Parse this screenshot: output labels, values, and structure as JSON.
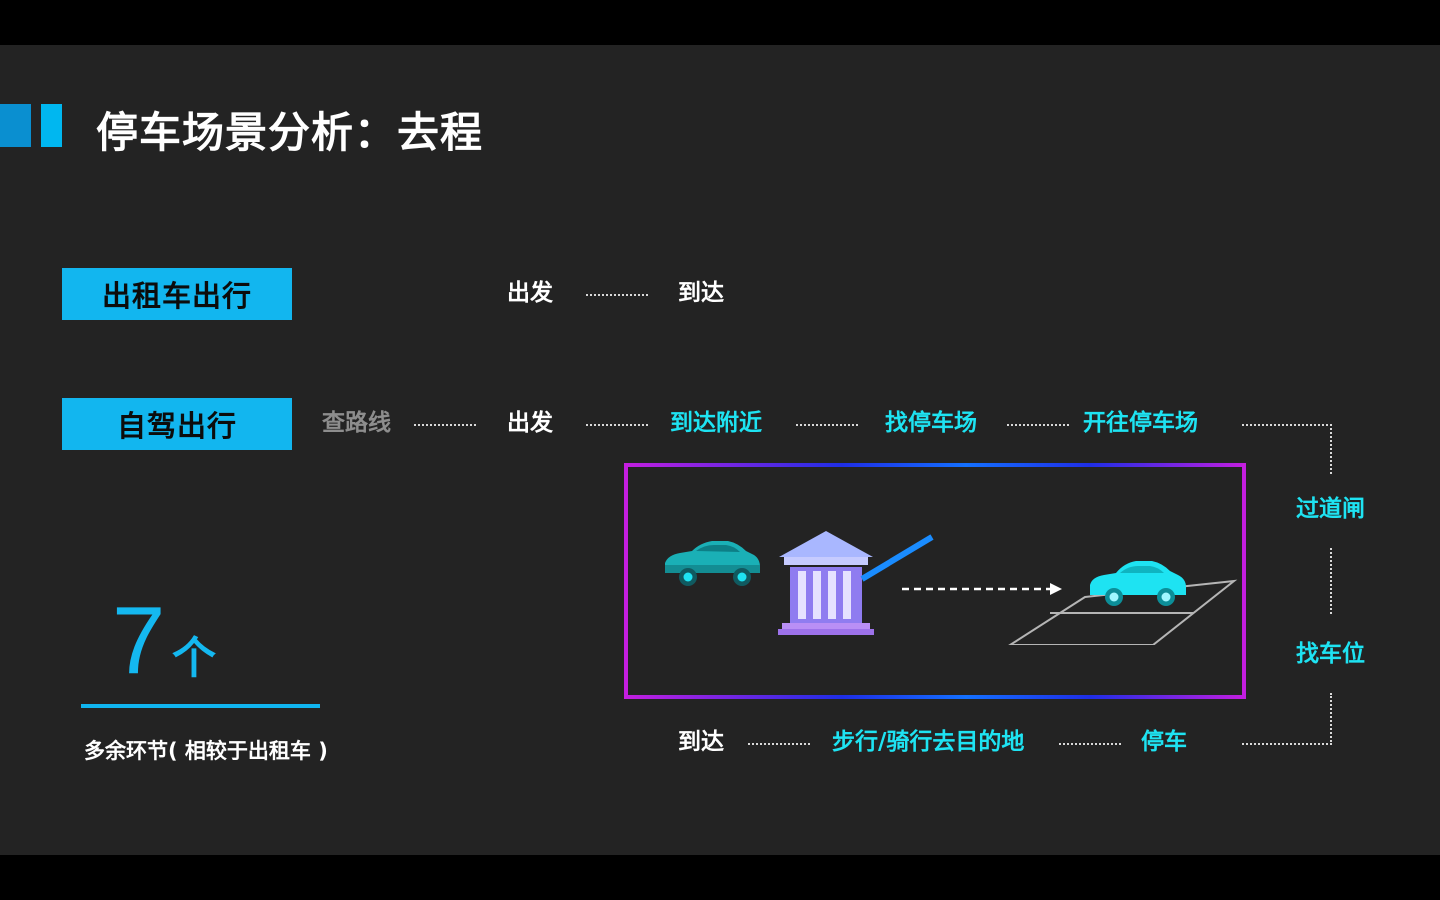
{
  "title": "停车场景分析：去程",
  "rows": {
    "taxi": {
      "label": "出租车出行",
      "steps": [
        "出发",
        "到达"
      ]
    },
    "self_drive": {
      "label": "自驾出行",
      "steps": [
        "查路线",
        "出发",
        "到达附近",
        "找停车场",
        "开往停车场"
      ],
      "right_steps": [
        "过道闸",
        "找车位"
      ],
      "bottom_steps": [
        "到达",
        "步行/骑行去目的地",
        "停车"
      ]
    }
  },
  "summary": {
    "number": "7",
    "unit": "个",
    "caption": "多余环节( 相较于出租车 )"
  },
  "illustration": {
    "icons": [
      "car-icon",
      "parking-gate-icon",
      "arrow-icon",
      "parking-space-icon",
      "parked-car-icon"
    ]
  },
  "colors": {
    "accent": "#12b6ef",
    "highlight_step": "#1ee3f2",
    "frame_purple": "#c41ee0",
    "frame_blue": "#1470ff",
    "background": "#232323"
  }
}
